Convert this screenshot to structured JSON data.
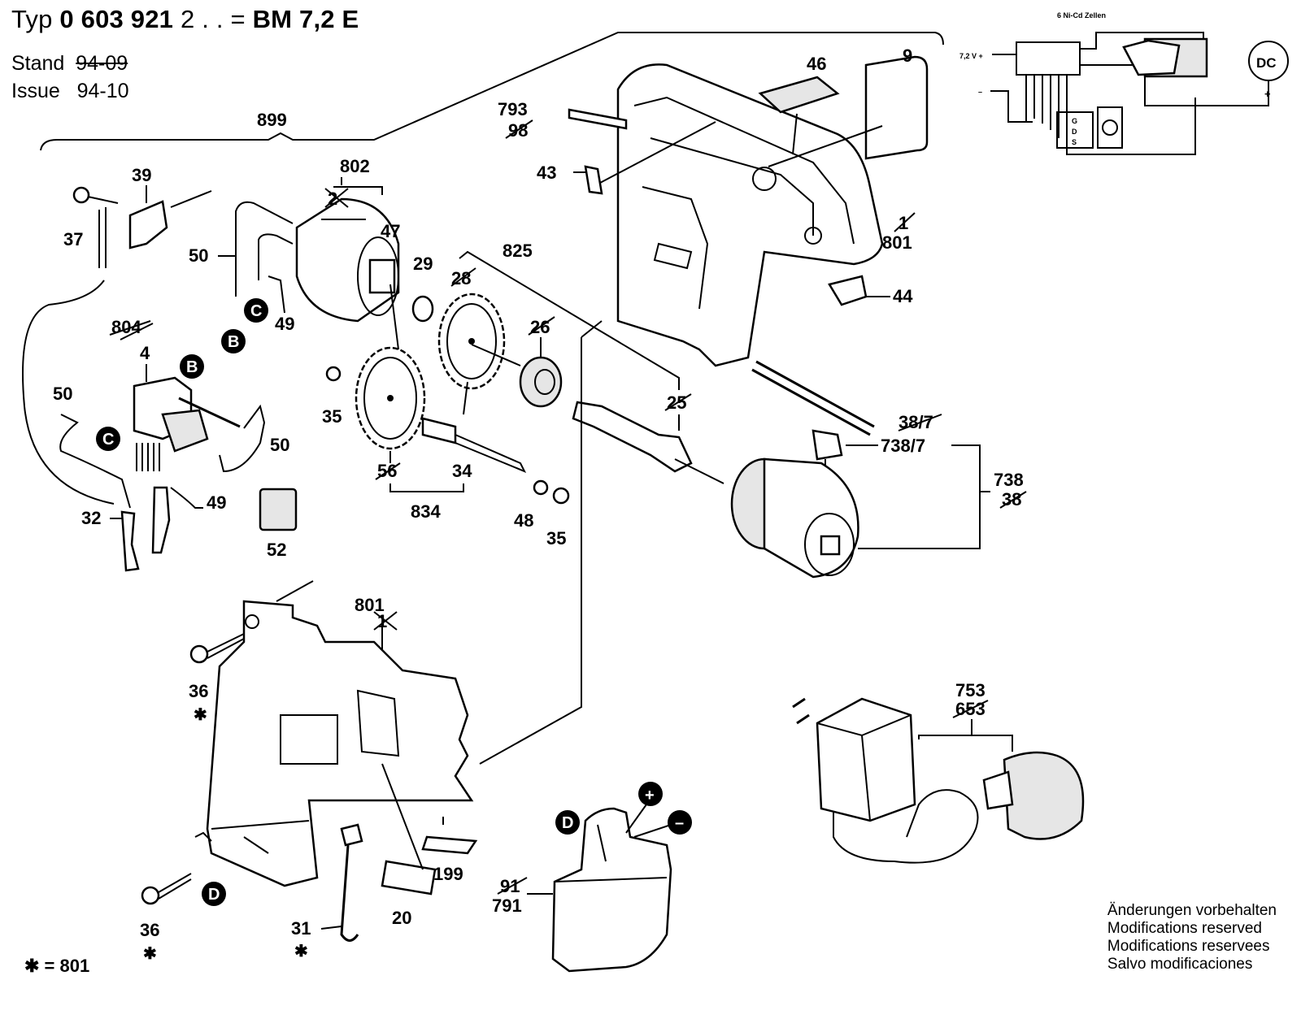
{
  "header": {
    "typ_label": "Typ",
    "typ_number": "0 603 921",
    "typ_suffix": "2 . . =",
    "model": "BM 7,2 E",
    "stand_label": "Stand",
    "stand_value": "94-09",
    "issue_label": "Issue",
    "issue_value": "94-10"
  },
  "circuit": {
    "title": "6 Ni-Cd Zellen",
    "voltage": "7,2 V +",
    "minus": "–",
    "plus": "+",
    "motor": "DC",
    "pins": [
      "G",
      "D",
      "S"
    ]
  },
  "callouts": {
    "c899": "899",
    "c39": "39",
    "c37": "37",
    "c50a": "50",
    "c802": "802",
    "c2": "2",
    "c47": "47",
    "c49a": "49",
    "c29": "29",
    "c28": "28",
    "c825": "825",
    "c26": "26",
    "c793": "793",
    "c98": "98",
    "c43": "43",
    "c46": "46",
    "c9": "9",
    "c801a": "801",
    "c1a": "1",
    "c44": "44",
    "c804": "804",
    "c4": "4",
    "c50b": "50",
    "c50c": "50",
    "c35a": "35",
    "c56": "56",
    "c34": "34",
    "c834": "834",
    "c25": "25",
    "c48": "48",
    "c35b": "35",
    "c32": "32",
    "c49b": "49",
    "c52": "52",
    "c387": "38/7",
    "c7387": "738/7",
    "c738": "738",
    "c38": "38",
    "c801b": "801",
    "c1b": "1",
    "c36a": "36",
    "c36b": "36",
    "c199": "199",
    "c20": "20",
    "c31": "31",
    "c753": "753",
    "c653": "653",
    "c91": "91",
    "c791": "791"
  },
  "markers": {
    "b": "B",
    "c": "C",
    "d": "D",
    "plus": "+",
    "minus": "–"
  },
  "legend": "✱ = 801",
  "star": "✱",
  "notes": [
    "Änderungen vorbehalten",
    "Modifications reserved",
    "Modifications reservees",
    "Salvo modificaciones"
  ]
}
